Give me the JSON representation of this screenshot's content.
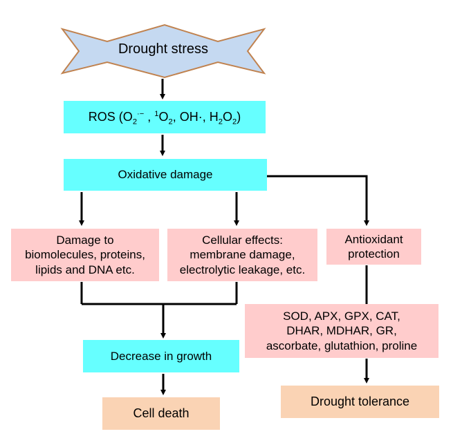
{
  "colors": {
    "star_fill": "#C5D9F1",
    "star_stroke": "#C0824F",
    "cyan_box": "#66FFFF",
    "pink_box": "#FFCCCC",
    "peach_box": "#FAD3B4",
    "arrow": "#000000"
  },
  "nodes": {
    "drought_stress": "Drought stress",
    "ros": {
      "prefix": "ROS (O",
      "s1": "2",
      "s2": "·−",
      "m1": " , ",
      "s3": "1",
      "m2": "O",
      "s4": "2",
      "m3": ", OH·, H",
      "s5": "2",
      "m4": "O",
      "s6": "2",
      "suffix": ")"
    },
    "oxidative_damage": "Oxidative damage",
    "damage_biomolecules": [
      "Damage to",
      "biomolecules, proteins,",
      "lipids and DNA etc."
    ],
    "cellular_effects": [
      "Cellular effects:",
      "membrane damage,",
      "electrolytic leakage, etc."
    ],
    "antioxidant_protection": [
      "Antioxidant",
      "protection"
    ],
    "antioxidants_list": [
      "SOD, APX, GPX, CAT,",
      "DHAR, MDHAR, GR,",
      "ascorbate, glutathion, proline"
    ],
    "decrease_growth": "Decrease in growth",
    "cell_death": "Cell death",
    "drought_tolerance": "Drought tolerance"
  }
}
